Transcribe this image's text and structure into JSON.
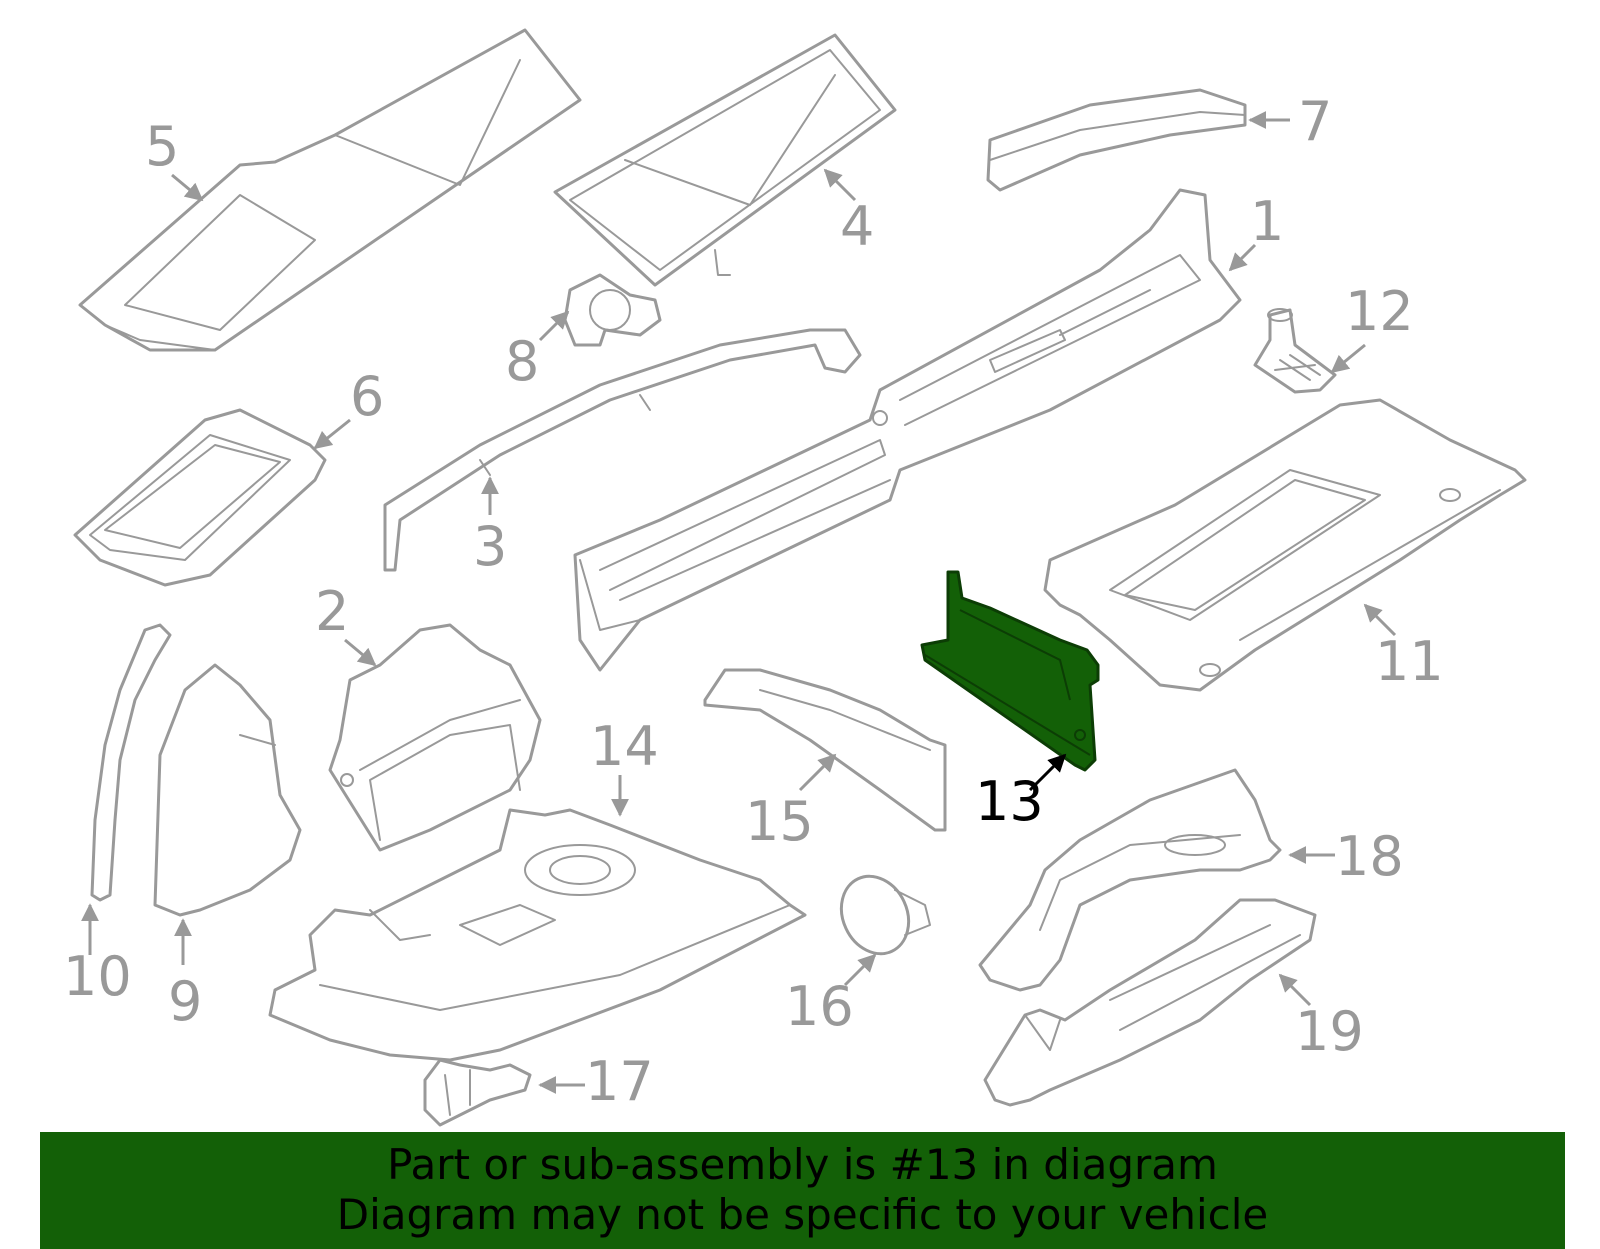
{
  "highlight": {
    "part_number": "13",
    "color": "#136007"
  },
  "callouts": [
    "1",
    "2",
    "3",
    "4",
    "5",
    "6",
    "7",
    "8",
    "9",
    "10",
    "11",
    "12",
    "13",
    "14",
    "15",
    "16",
    "17",
    "18",
    "19"
  ],
  "banner": {
    "line1": "Part or sub-assembly is #13 in diagram",
    "line2": "Diagram may not be specific to your vehicle"
  }
}
